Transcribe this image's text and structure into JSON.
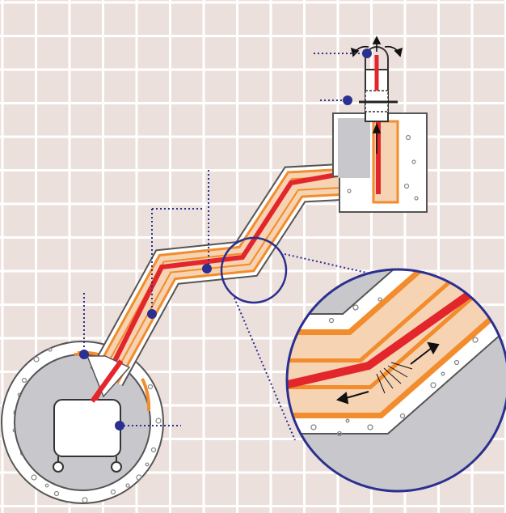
{
  "diagram": {
    "colors": {
      "background": "#ece0dc",
      "grid_lines": "#ffffff",
      "concrete": "#ffffff",
      "concrete_outline": "#555555",
      "aggregate": "#777777",
      "cavity": "#c8c8cc",
      "fill": "#f6d3b3",
      "liner": "#f28c2c",
      "cable": "#e3262b",
      "callout": "#2b2f8f",
      "machine": "#ffffff"
    },
    "flow_arrows": [
      "up",
      "up",
      "outward",
      "outward"
    ],
    "callouts": [
      {
        "marker": "dot",
        "connector": "dotted"
      },
      {
        "marker": "dot",
        "connector": "dotted"
      },
      {
        "marker": "dot",
        "connector": "dotted"
      },
      {
        "marker": "dot",
        "connector": "dotted"
      },
      {
        "marker": "dot",
        "connector": "dotted"
      },
      {
        "marker": "dot",
        "connector": "dotted"
      }
    ],
    "magnifier": {
      "shape": "circle",
      "detail": "pipe-bend",
      "arrows": [
        "up-right",
        "down-left"
      ]
    }
  }
}
